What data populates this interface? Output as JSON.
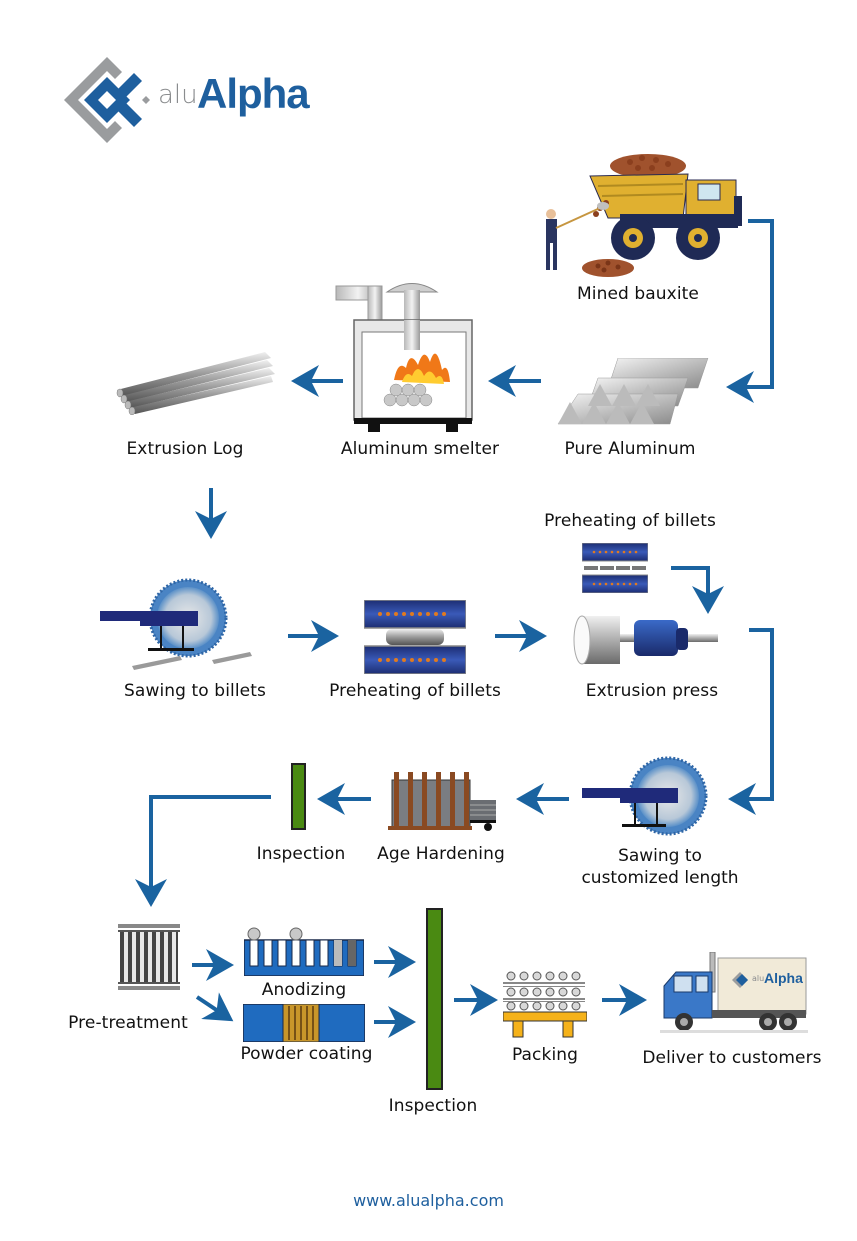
{
  "brand": {
    "prefix": "alu",
    "name": "Alpha",
    "primary_color": "#1e5f9e",
    "secondary_color": "#9a9c9e"
  },
  "colors": {
    "arrow": "#1a63a0",
    "inspection_green": "#4a8a12",
    "text": "#111111"
  },
  "steps": {
    "mined_bauxite": "Mined bauxite",
    "pure_aluminum": "Pure Aluminum",
    "aluminum_smelter": "Aluminum smelter",
    "extrusion_log": "Extrusion Log",
    "sawing_to_billets": "Sawing to billets",
    "preheating_of_billets": "Preheating of billets",
    "preheating_of_billets_top": "Preheating of billets",
    "extrusion_press": "Extrusion press",
    "sawing_custom_line1": "Sawing to",
    "sawing_custom_line2": "customized length",
    "age_hardening": "Age Hardening",
    "inspection_1": "Inspection",
    "pre_treatment": "Pre-treatment",
    "anodizing": "Anodizing",
    "powder_coating": "Powder coating",
    "inspection_2": "Inspection",
    "packing": "Packing",
    "deliver": "Deliver to customers"
  },
  "truck_logo": {
    "prefix": "alu",
    "name": "Alpha"
  },
  "footer": {
    "url": "www.alualpha.com"
  }
}
